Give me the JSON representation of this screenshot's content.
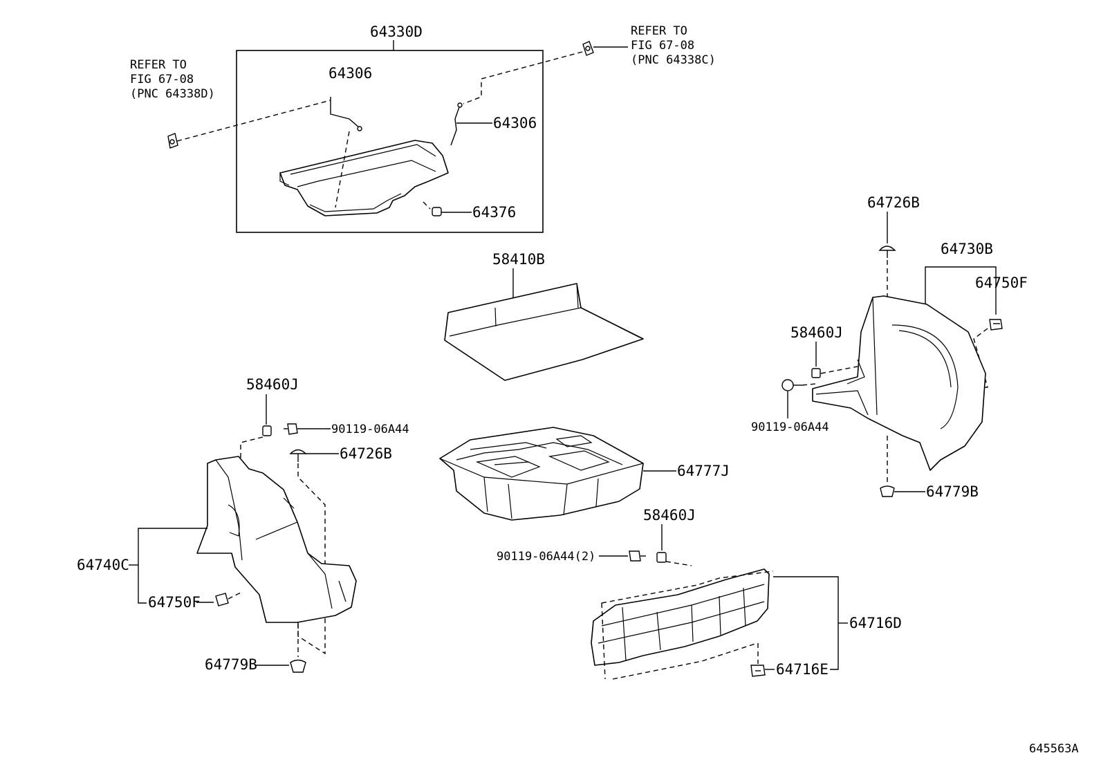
{
  "labels": {
    "parcel_shelf_assy": "64330D",
    "shelf_rod_left": "64306",
    "shelf_rod_right": "64306",
    "shelf_cushion": "64376",
    "ref_left_line1": "REFER TO",
    "ref_left_line2": "FIG 67-08",
    "ref_left_line3": "(PNC 64338D)",
    "ref_right_line1": "REFER TO",
    "ref_right_line2": "FIG 67-08",
    "ref_right_line3": "(PNC 64338C)",
    "floor_mat": "58410B",
    "deck_box": "64777J",
    "rh_clip": "64726B",
    "rh_side_trim": "64730B",
    "rh_fastener": "64750F",
    "rh_retainer": "58460J",
    "rh_screw": "90119-06A44",
    "rh_bottom_clip": "64779B",
    "lh_retainer": "58460J",
    "lh_screw": "90119-06A44",
    "lh_clip": "64726B",
    "lh_side_trim": "64740C",
    "lh_fastener": "64750F",
    "lh_bottom_clip": "64779B",
    "rear_retainer": "58460J",
    "rear_screw": "90119-06A44(2)",
    "rear_plate": "64716D",
    "rear_plate_clip": "64716E",
    "diagram_id": "645563A"
  },
  "icons": {
    "parcel_shelf": "parcel-shelf-icon",
    "floor_mat": "floor-mat-icon",
    "deck_box": "deck-box-icon",
    "side_trim": "side-trim-icon",
    "rear_plate": "rear-plate-icon",
    "clip": "clip-icon",
    "screw": "screw-icon"
  },
  "colors": {
    "line": "#000000",
    "background": "#ffffff"
  }
}
